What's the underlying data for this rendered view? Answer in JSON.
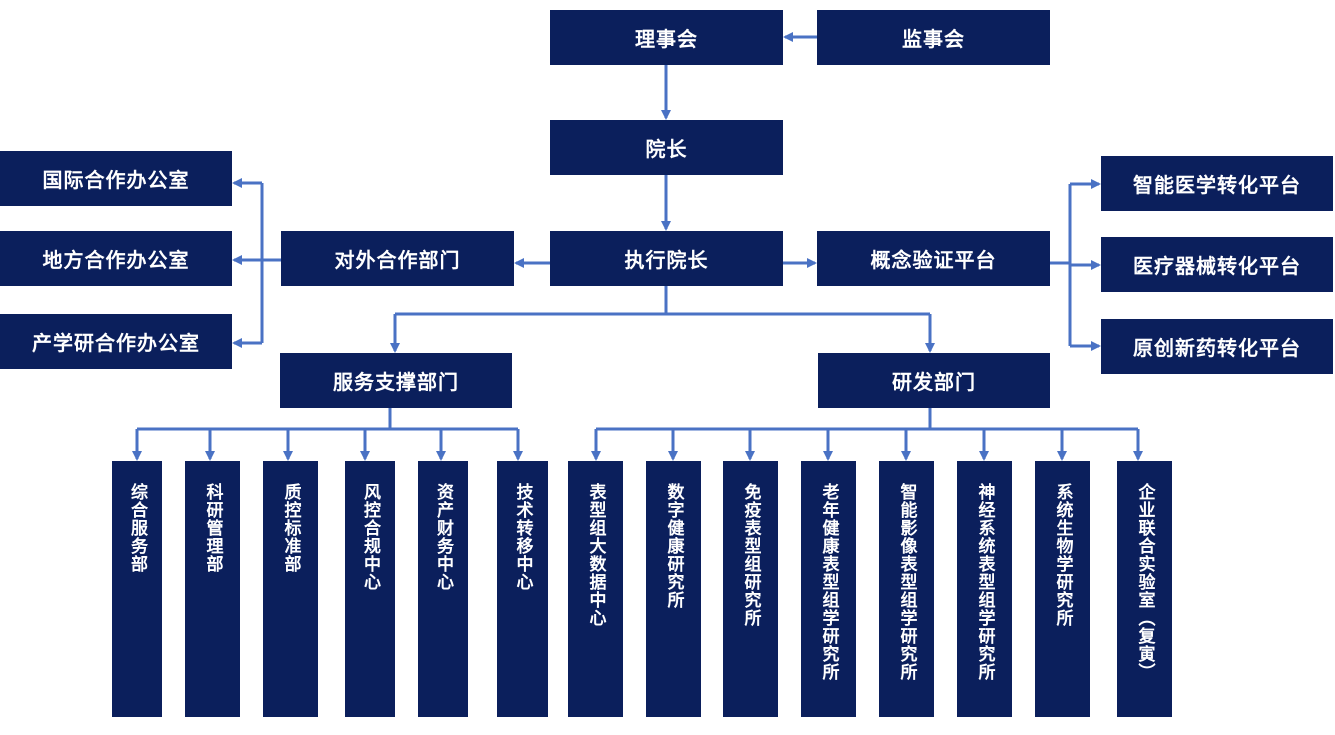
{
  "colors": {
    "box": "#0b1f5c",
    "line": "#4a72c4",
    "text": "#ffffff"
  },
  "nodes": {
    "board": "理事会",
    "supervisory_board": "监事会",
    "president": "院长",
    "executive_president": "执行院长",
    "external_cooperation": "对外合作部门",
    "poc_platform": "概念验证平台",
    "intl_office": "国际合作办公室",
    "local_office": "地方合作办公室",
    "iur_office": "产学研合作办公室",
    "smart_med_platform": "智能医学转化平台",
    "device_platform": "医疗器械转化平台",
    "drug_platform": "原创新药转化平台",
    "service_support": "服务支撑部门",
    "rnd": "研发部门"
  },
  "service_units": [
    "综合服务部",
    "科研管理部",
    "质控标准部",
    "风控合规中心",
    "资产财务中心",
    "技术转移中心"
  ],
  "rnd_units": [
    "表型组大数据中心",
    "数字健康研究所",
    "免疫表型组研究所",
    "老年健康表型组学研究所",
    "智能影像表型组学研究所",
    "神经系统表型组学研究所",
    "系统生物学研究所",
    "企业联合实验室︵复寅︶"
  ]
}
